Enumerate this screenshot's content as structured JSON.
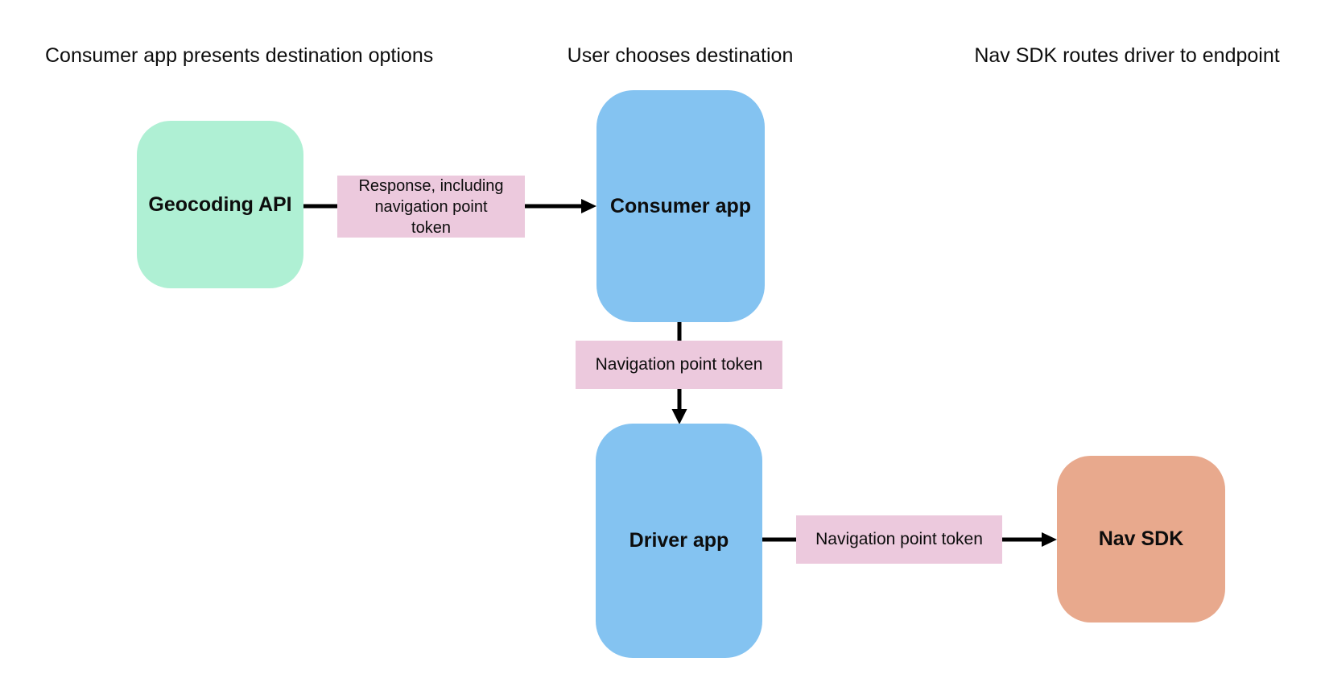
{
  "diagram": {
    "background_color": "#ffffff",
    "text_color": "#0d0d0d",
    "arrow_color": "#000000",
    "headers": {
      "step1": "Consumer app presents destination options",
      "step2": "User chooses destination",
      "step3": "Nav SDK routes driver to endpoint"
    },
    "nodes": {
      "geocoding_api": {
        "label": "Geocoding API",
        "color": "#aff0d4"
      },
      "consumer_app": {
        "label": "Consumer app",
        "color": "#84c3f1"
      },
      "driver_app": {
        "label": "Driver app",
        "color": "#84c3f1"
      },
      "nav_sdk": {
        "label": "Nav SDK",
        "color": "#e8a98d"
      }
    },
    "edges": {
      "geocoding_to_consumer": {
        "label": "Response, including\nnavigation point\ntoken",
        "label_color": "#ecc9dd"
      },
      "consumer_to_driver": {
        "label": "Navigation point token",
        "label_color": "#ecc9dd"
      },
      "driver_to_nav_sdk": {
        "label": "Navigation point token",
        "label_color": "#ecc9dd"
      }
    }
  }
}
